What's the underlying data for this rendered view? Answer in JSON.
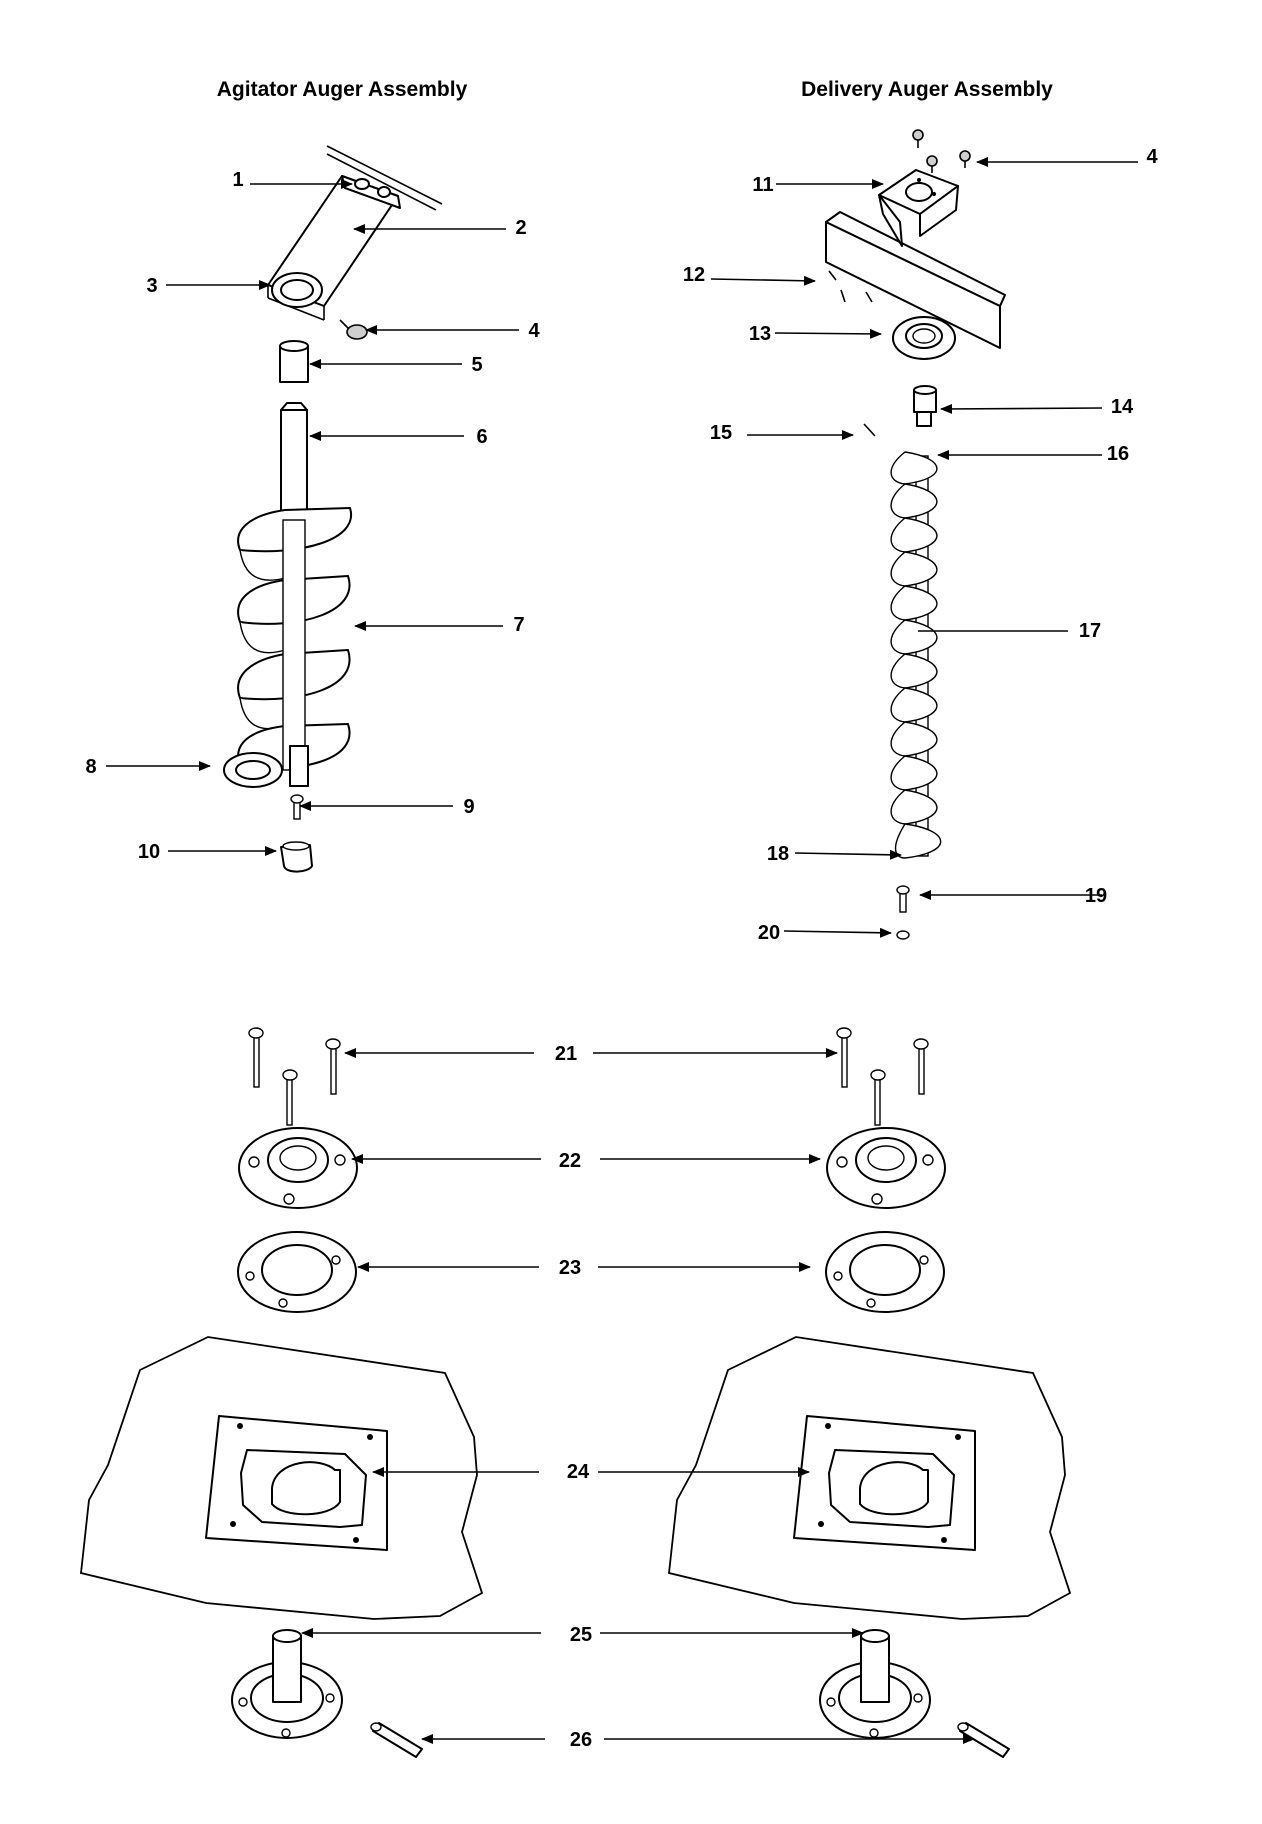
{
  "titles": {
    "left": "Agitator Auger Assembly",
    "right": "Delivery Auger Assembly"
  },
  "callouts": {
    "n1": "1",
    "n2": "2",
    "n3": "3",
    "n4a": "4",
    "n4b": "4",
    "n5": "5",
    "n6": "6",
    "n7": "7",
    "n8": "8",
    "n9": "9",
    "n10": "10",
    "n11": "11",
    "n12": "12",
    "n13": "13",
    "n14": "14",
    "n15": "15",
    "n16": "16",
    "n17": "17",
    "n18": "18",
    "n19": "19",
    "n20": "20",
    "n21": "21",
    "n22": "22",
    "n23": "23",
    "n24": "24",
    "n25": "25",
    "n26": "26"
  }
}
